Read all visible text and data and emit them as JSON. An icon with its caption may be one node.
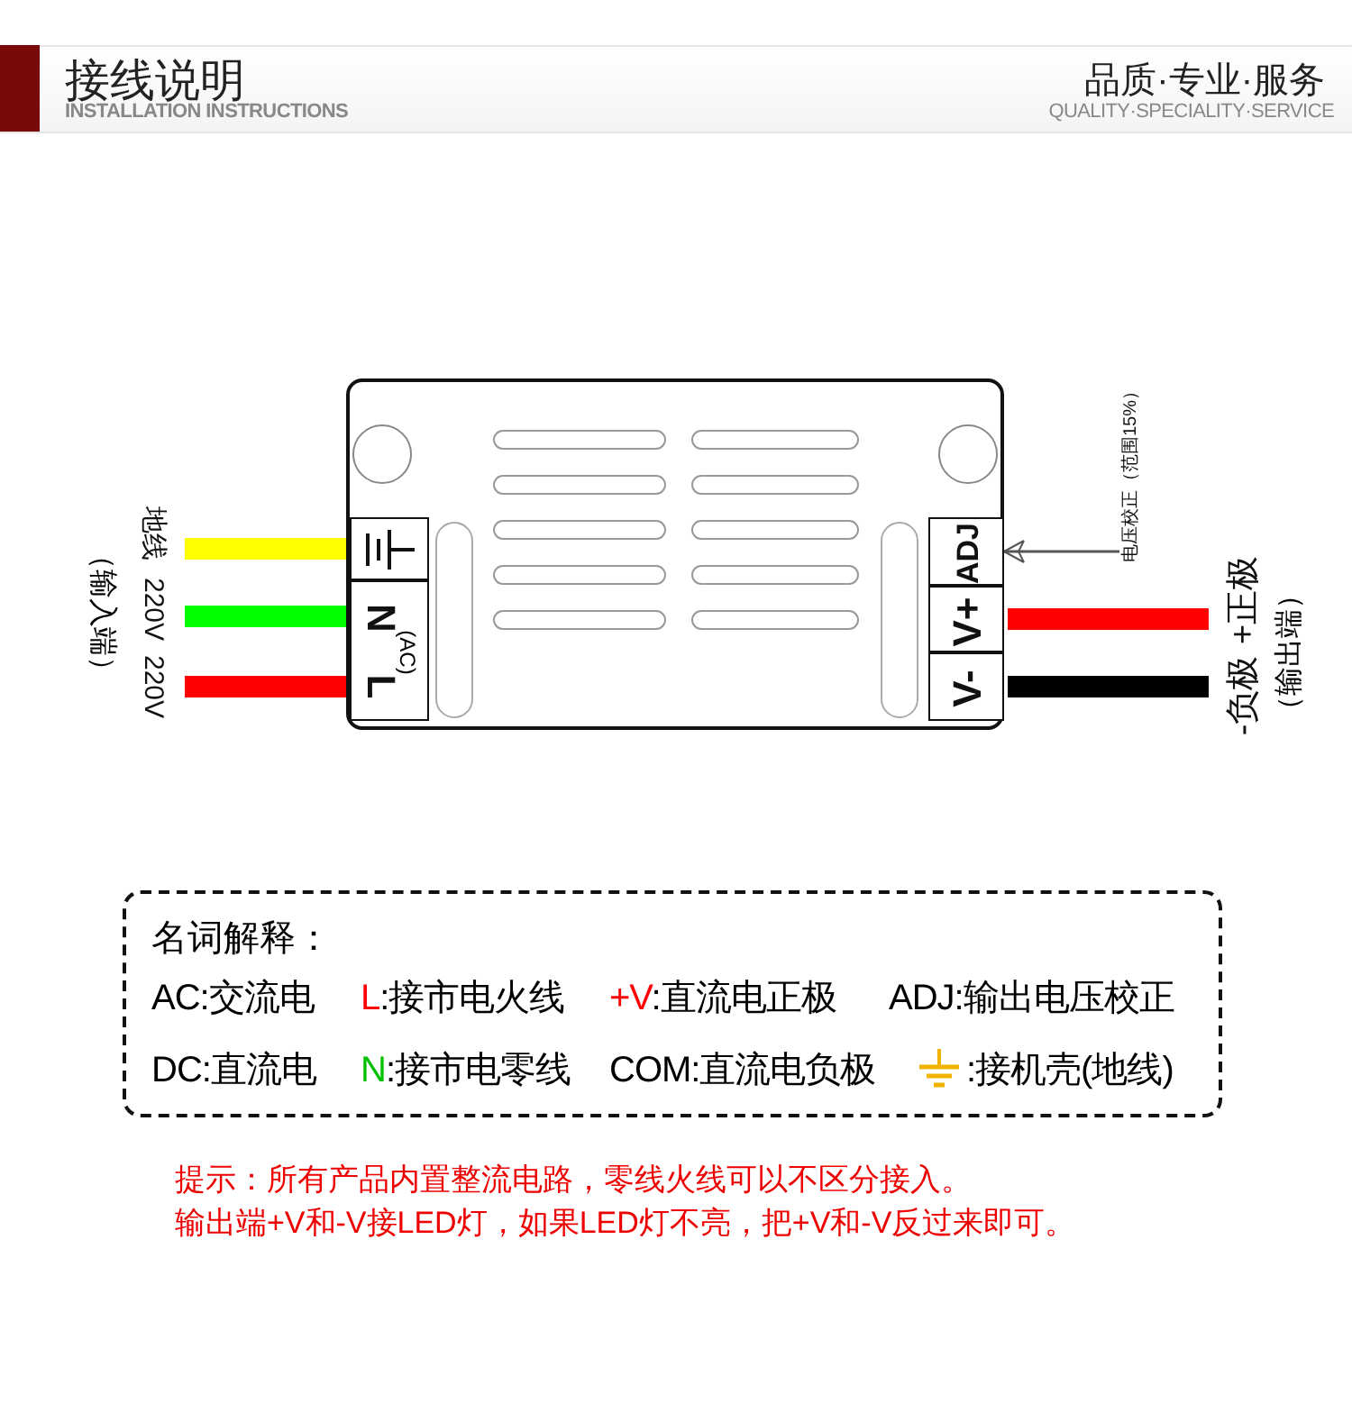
{
  "diagram": {
    "title": "接线说明",
    "nodes": [
      {
        "text": [],
        "shape": "box"
      },
      {
        "text": [],
        "shape": "box",
        "in": 0
      },
      {
        "text": [
          "N"
        ],
        "in": 0
      },
      {
        "text": [
          "L"
        ],
        "in": 0
      },
      {
        "text": [
          "ADJ"
        ],
        "in": 0
      },
      {
        "text": [
          "V+"
        ],
        "in": 0
      },
      {
        "text": [
          "V-"
        ],
        "in": 0
      },
      {
        "text": [
          "地线"
        ]
      },
      {
        "text": [
          "220V"
        ]
      },
      {
        "text": [
          "220V"
        ]
      },
      {
        "text": [
          "+正极"
        ]
      },
      {
        "text": [
          "-负极"
        ]
      },
      {
        "text": [
          "电压校正（范围15%）"
        ]
      }
    ],
    "edges": [
      {
        "from": 7,
        "to": 1,
        "arrow": "none",
        "color": "#ffff00"
      },
      {
        "from": 8,
        "to": 2,
        "arrow": "none",
        "color": "#00ff00"
      },
      {
        "from": 9,
        "to": 3,
        "arrow": "none",
        "color": "#ff0000"
      },
      {
        "from": 5,
        "to": 10,
        "arrow": "none",
        "color": "#ff0000"
      },
      {
        "from": 6,
        "to": 11,
        "arrow": "none",
        "color": "#000000"
      },
      {
        "from": 12,
        "to": 4,
        "arrow": "to",
        "color": "#555555"
      }
    ],
    "labels": [
      "INSTALLATION INSTRUCTIONS",
      "品质·专业·服务",
      "QUALITY·SPECIALITY·SERVICE",
      "(AC)",
      "（输入端）",
      "（输出端）",
      "名词解释：",
      "AC:交流电",
      "L:接市电火线",
      "+V:直流电正极",
      "ADJ:输出电压校正",
      "DC:直流电",
      "N:接市电零线",
      "COM:直流电负极",
      ":接机壳(地线)",
      "提示：所有产品内置整流电路，零线火线可以不区分接入。",
      "输出端+V和-V接LED灯，如果LED灯不亮，把+V和-V反过来即可。"
    ]
  }
}
